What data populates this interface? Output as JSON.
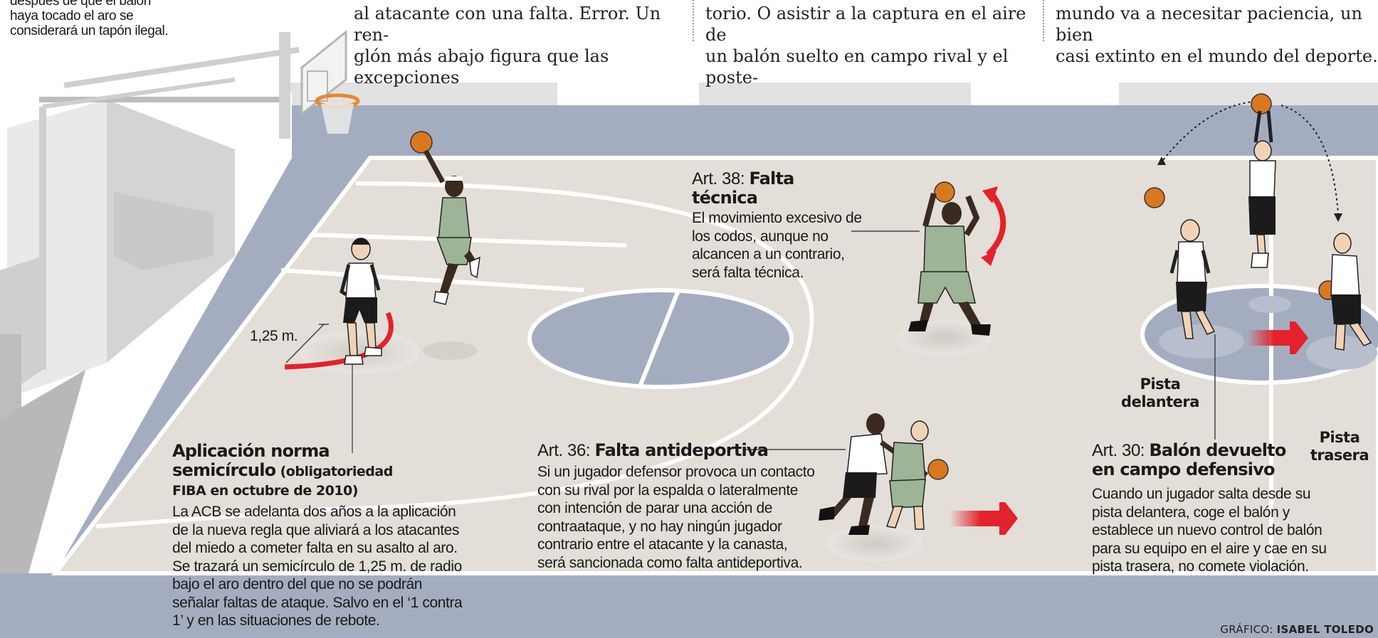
{
  "intro": {
    "left_caption_lines": [
      "después de que el balón",
      "haya tocado el aro se",
      "considerará un tapón ilegal."
    ],
    "col1_lines": [
      "al atacante con una falta. Error. Un ren-",
      "glón más abajo figura que las excepciones"
    ],
    "col2_lines": [
      "torio. O asistir a la captura en el aire de",
      "un balón suelto en campo rival y el poste-"
    ],
    "col3_lines": [
      "mundo va a necesitar paciencia, un bien",
      "casi extinto en el mundo del deporte."
    ]
  },
  "measure_label": "1,25 m.",
  "art38": {
    "prefix": "Art. 38: ",
    "title": "Falta técnica",
    "body_lines": [
      "El movimiento excesivo de",
      "los codos, aunque no",
      "alcancen a un contrario,",
      "será falta técnica."
    ]
  },
  "semicirculo": {
    "title_lines": [
      "Aplicación norma",
      "semicírculo"
    ],
    "title_note_inline": "(obligatoriedad",
    "title_note_line2": "FIBA en octubre de 2010)",
    "body_lines": [
      "La ACB se adelanta dos años a la aplicación",
      "de la nueva regla que aliviará a los atacantes",
      "del miedo a cometer falta en su asalto al aro.",
      "Se trazará un semicírculo de 1,25 m. de radio",
      "bajo el aro dentro del que no se podrán",
      "señalar faltas de ataque. Salvo en el ‘1 contra",
      "1’ y en las situaciones de rebote."
    ]
  },
  "art36": {
    "prefix": "Art. 36: ",
    "title": "Falta antideportiva",
    "body_lines": [
      "Si un jugador defensor provoca un contacto",
      "con su rival por la espalda o lateralmente",
      "con intención de parar una acción de",
      "contraataque, y no hay ningún jugador",
      "contrario entre el atacante y la canasta,",
      "será sancionada como falta antideportiva."
    ]
  },
  "art30": {
    "prefix": "Art. 30: ",
    "title_lines": [
      "Balón devuelto",
      "en campo defensivo"
    ],
    "body_lines": [
      "Cuando un jugador salta desde su",
      "pista delantera, coge el balón y",
      "establece un nuevo control de balón",
      "para su equipo en el aire y cae en su",
      "pista trasera, no comete violación."
    ]
  },
  "pista_delantera": [
    "Pista",
    "delantera"
  ],
  "pista_trasera": [
    "Pista",
    "trasera"
  ],
  "credit": {
    "prefix": "GRÁFICO: ",
    "name": "ISABEL TOLEDO"
  },
  "colors": {
    "court_floor": "#e3ded8",
    "court_blue": "#a4adc0",
    "line_white": "#ffffff",
    "accent_red": "#e3222b",
    "ball_orange": "#d9781f",
    "jersey_green": "#9db497",
    "shorts_black": "#1b1b1b"
  }
}
